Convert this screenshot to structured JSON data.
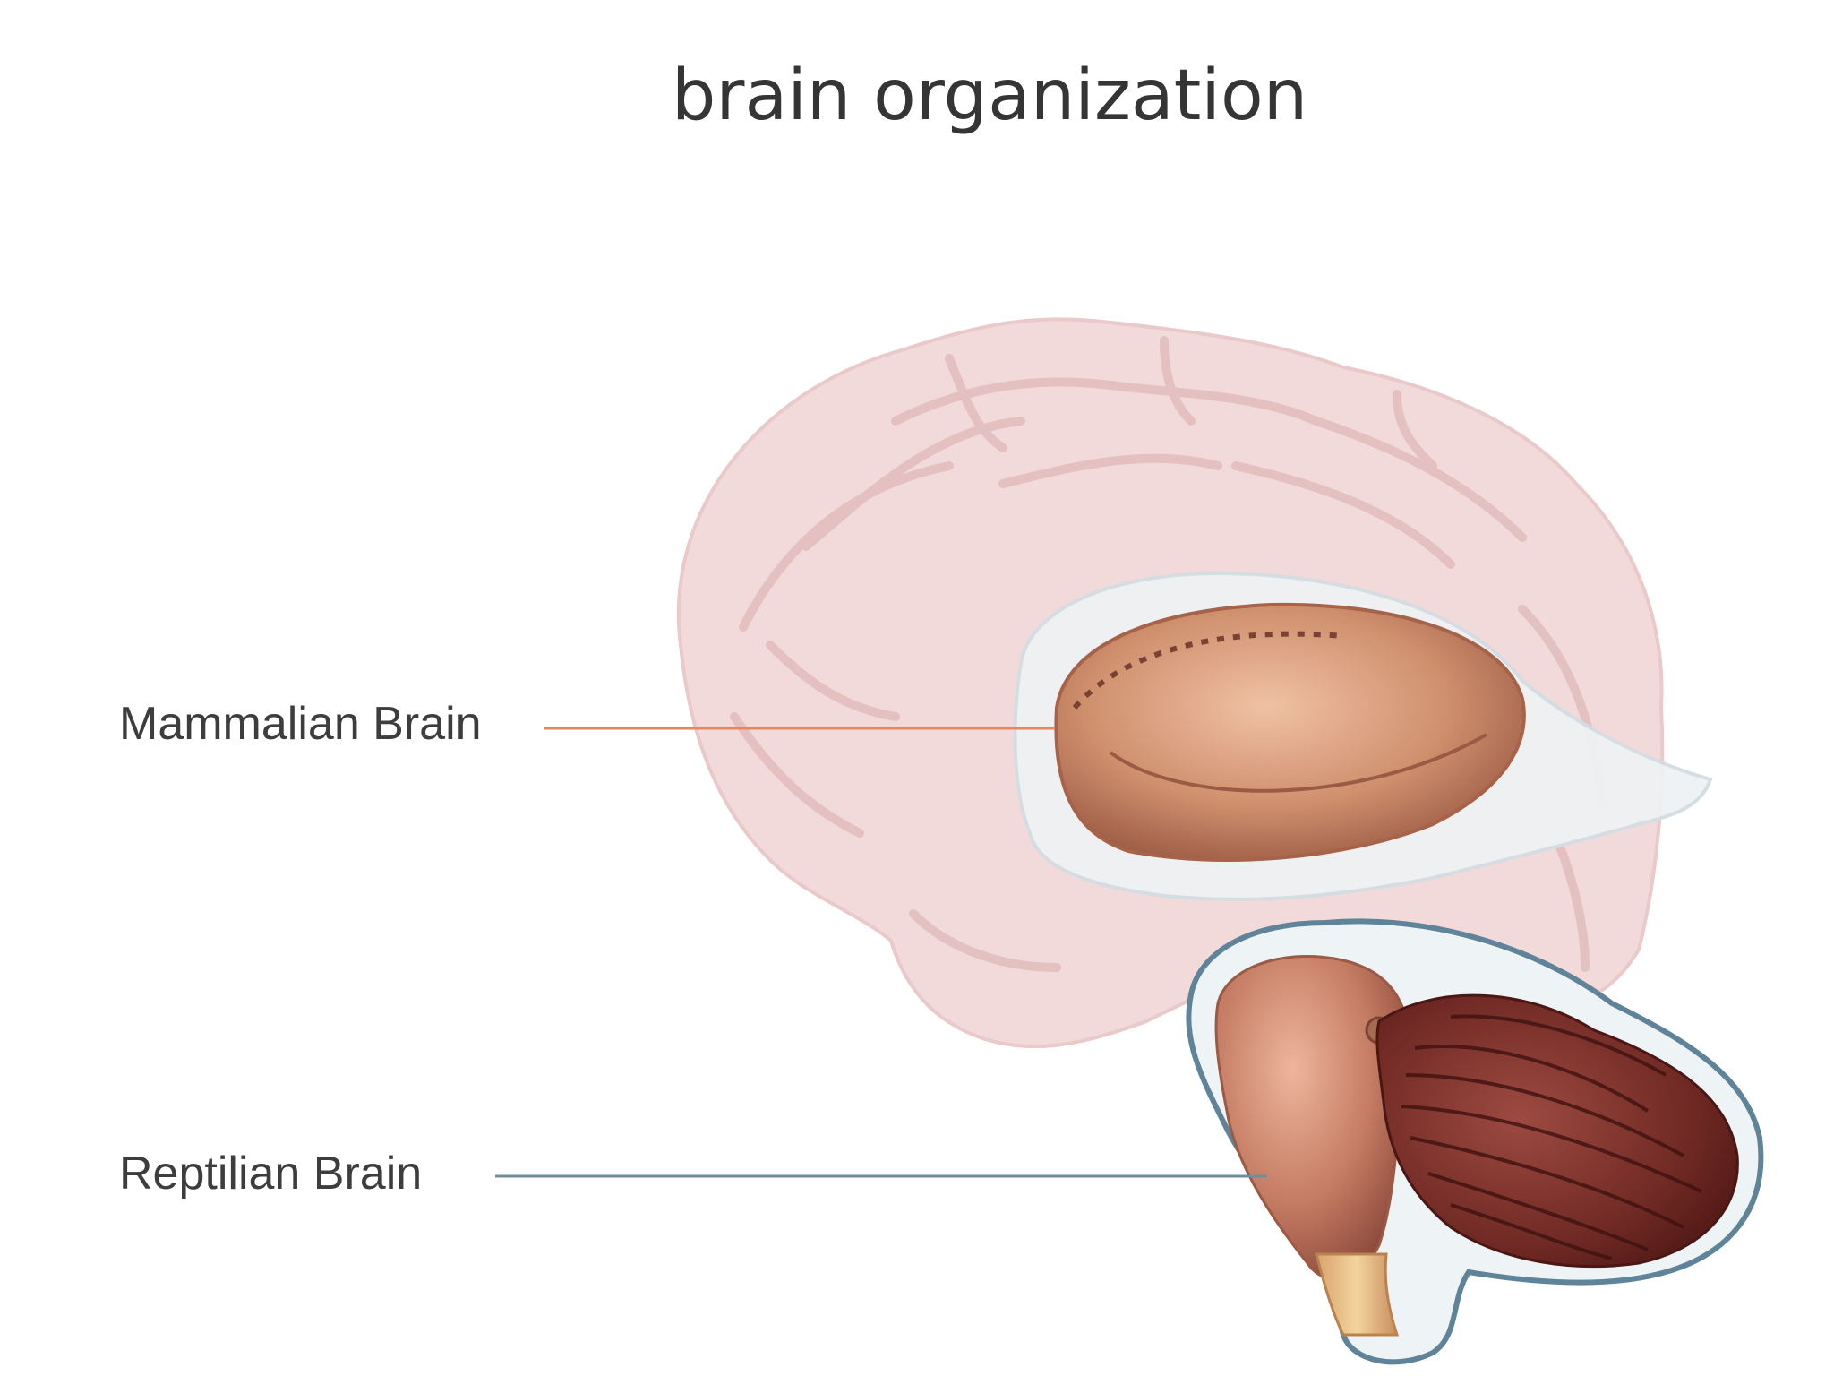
{
  "title": "brain organization",
  "labels": {
    "mammalian": "Mammalian Brain",
    "reptilian": "Reptilian Brain"
  },
  "colors": {
    "mammalian_line": "#e8865a",
    "reptilian_line": "#6e8fa3",
    "cortex": "#f3dcdc",
    "limbic": "#c98662",
    "brainstem": "#c9826a",
    "cerebellum": "#7a2f2a"
  }
}
